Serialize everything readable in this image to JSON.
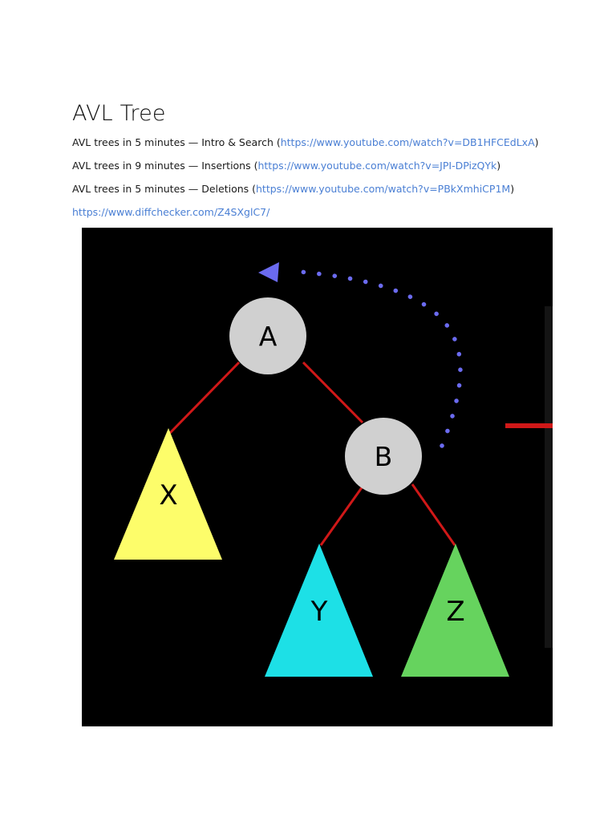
{
  "document": {
    "title": "AVL Tree",
    "links": [
      {
        "prefix": "AVL trees in 5 minutes — Intro & Search (",
        "url": "https://www.youtube.com/watch?v=DB1HFCEdLxA",
        "suffix": ")"
      },
      {
        "prefix": "AVL trees in 9 minutes — Insertions (",
        "url": "https://www.youtube.com/watch?v=JPI-DPizQYk",
        "suffix": ")"
      },
      {
        "prefix": "AVL trees in 5 minutes — Deletions (",
        "url": "https://www.youtube.com/watch?v=PBkXmhiCP1M",
        "suffix": ")"
      }
    ],
    "standalone_link": "https://www.diffchecker.com/Z4SXglC7/"
  },
  "diagram": {
    "nodes": {
      "a": "A",
      "b": "B"
    },
    "subtrees": {
      "x": "X",
      "y": "Y",
      "z": "Z"
    },
    "colors": {
      "background": "#000000",
      "node_fill": "#d0d0d0",
      "edge": "#d01818",
      "subtree_x": "#fdfd6a",
      "subtree_y": "#1de0e6",
      "subtree_z": "#66d35e",
      "rotation_arrow": "#6b6bf0"
    }
  }
}
